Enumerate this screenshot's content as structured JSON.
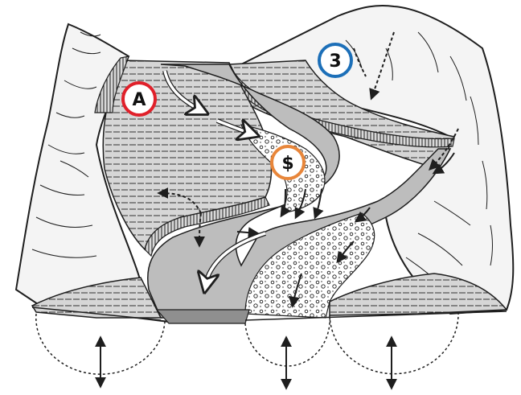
{
  "diagram": {
    "markers": [
      {
        "id": "a",
        "label": "A",
        "color": "#e0202a"
      },
      {
        "id": "three",
        "label": "3",
        "color": "#1c6fb8"
      },
      {
        "id": "dollar",
        "label": "$",
        "color": "#e8863a"
      }
    ],
    "colors": {
      "ink": "#1e1e1e",
      "channel_fill": "#bdbdbd",
      "terrace_fill": "#d6d6d6",
      "valley_fill": "#f4f4f4",
      "base_fill": "#8f8f8f"
    }
  }
}
